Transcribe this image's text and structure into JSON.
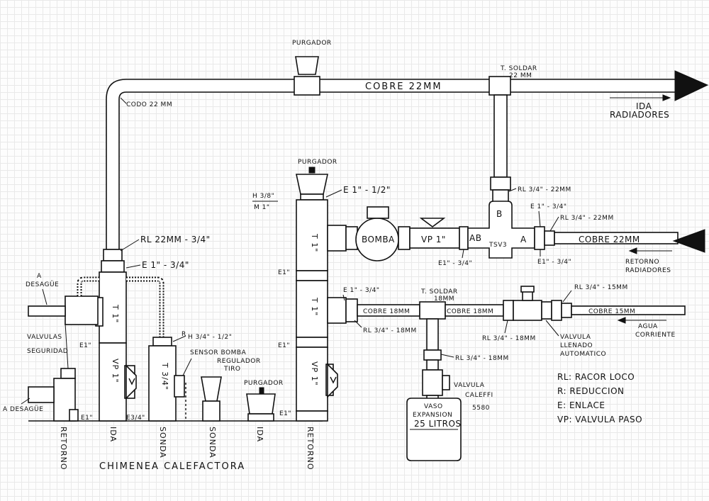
{
  "diagram": {
    "top_line": {
      "purgador_top": "PURGADOR",
      "cobre_22mm": "COBRE 22MM",
      "t_soldar": "T. SOLDAR",
      "t_soldar_size": "22 MM",
      "codo": "CODO 22 MM",
      "ida_radiadores_1": "IDA",
      "ida_radiadores_2": "RADIADORES"
    },
    "left_group": {
      "rl_22_34": "RL 22MM - 3/4\"",
      "e1_34": "E 1\" - 3/4\"",
      "a_desague_top_1": "A",
      "a_desague_top_2": "DESAGÜE",
      "t1": "T 1\"",
      "vp1": "VP 1\"",
      "t34": "T 3/4\"",
      "valvulas_1": "VALVULAS",
      "valvulas_2": "SEGURIDAD",
      "e1_left": "E1\"",
      "h34_12": "H 3/4\" - 1/2\"",
      "h34_12_prefix": "R",
      "sensor_bomba": "SENSOR BOMBA",
      "regulador_1": "REGULADOR",
      "regulador_2": "TIRO",
      "purgador_small": "PURGADOR",
      "a_desague_bottom": "A DESAGÜE",
      "e1_bottom": "E1\"",
      "e3_4_bottom": "E3/4\""
    },
    "middle_group": {
      "purgador_mid": "PURGADOR",
      "h38": "H 3/8\"",
      "m1": "M 1\"",
      "e1_12": "E 1\" - 1/2\"",
      "t1_upper": "T 1\"",
      "t1_lower": "T 1\"",
      "vp1_mid": "VP 1\"",
      "e1_a": "E1\"",
      "e1_b": "E1\"",
      "e1_c": "E1\"",
      "bomba": "BOMBA",
      "vp1_pump": "VP 1\"",
      "ab": "AB",
      "tsv3": "TSV3",
      "a": "A",
      "b": "B",
      "e1_34_pump": "E1\" - 3/4\"",
      "e1_34_tsv": "E1\" - 3/4\"",
      "e1_34_after": "E 1\" - 3/4\"",
      "rl_34_22_top": "RL 3/4\" - 22MM",
      "rl_34_22_ret": "RL 3/4\" - 22MM",
      "cobre_22_ret": "COBRE 22MM",
      "retorno_rad_1": "RETORNO",
      "retorno_rad_2": "RADIADORES",
      "e1_34_lower": "E 1\" - 3/4\"",
      "rl_34_18_a": "RL 3/4\" - 18MM",
      "cobre_18_a": "COBRE 18MM",
      "cobre_18_b": "COBRE 18MM",
      "t_soldar_18": "T. SOLDAR",
      "t_soldar_18_size": "18MM",
      "rl_34_18_b": "RL 3/4\" - 18MM",
      "rl_34_18_c": "RL 3/4\" - 18MM",
      "rl_34_15": "RL 3/4\" - 15MM",
      "cobre_15": "COBRE 15MM",
      "agua_1": "AGUA",
      "agua_2": "CORRIENTE",
      "llenado_1": "VALVULA",
      "llenado_2": "LLENADO",
      "llenado_3": "AUTOMATICO",
      "caleffi_1": "VALVULA",
      "caleffi_2": "CALEFFI",
      "caleffi_3": "5580",
      "vaso_1": "VASO",
      "vaso_2": "EXPANSION",
      "vaso_3": "25 LITROS"
    },
    "legend": {
      "rl": "RL: RACOR LOCO",
      "r": "R: REDUCCION",
      "e": "E: ENLACE",
      "vp": "VP: VALVULA PASO"
    },
    "bottom_labels": {
      "retorno_1": "RETORNO",
      "ida_1": "IDA",
      "sonda_1": "SONDA",
      "sonda_2": "SONDA",
      "ida_2": "IDA",
      "retorno_2": "RETORNO",
      "chimenea": "CHIMENEA CALEFACTORA"
    }
  }
}
